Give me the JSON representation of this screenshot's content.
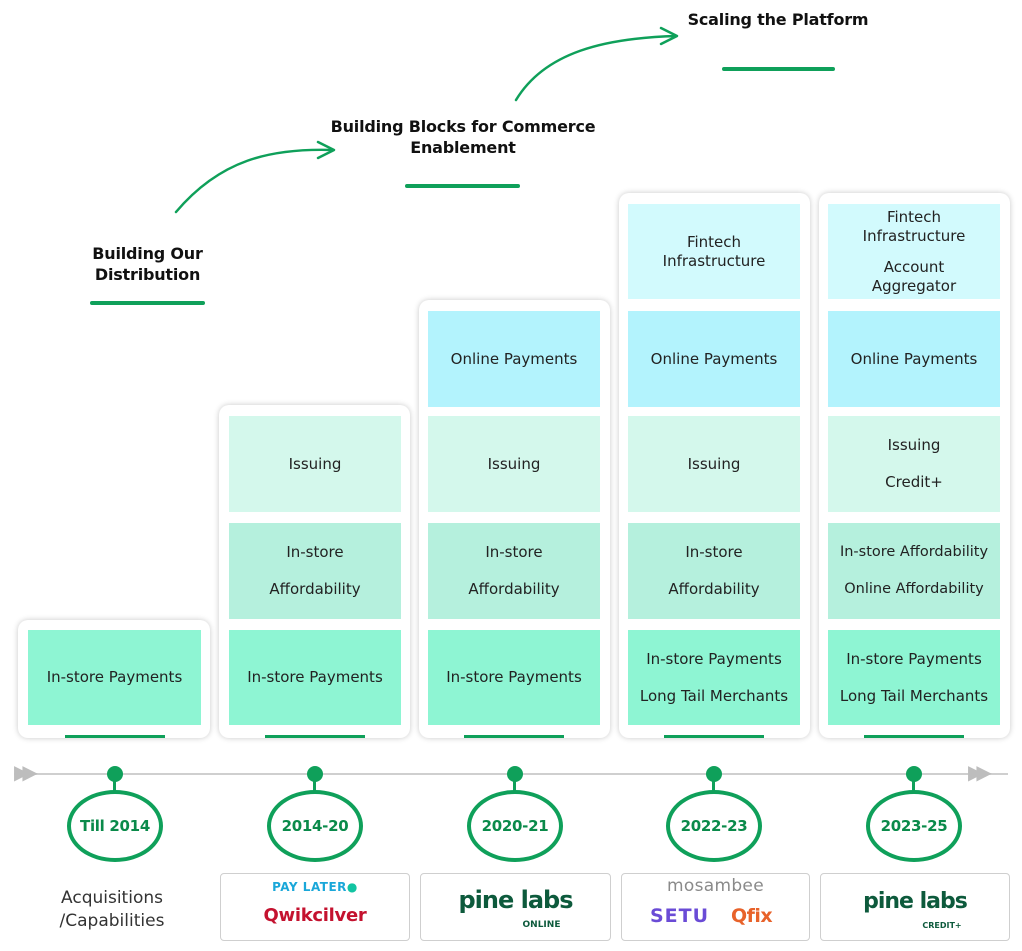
{
  "phases": [
    {
      "title": "Building Our Distribution"
    },
    {
      "title_line1": "Building Blocks for Commerce",
      "title_line2": "Enablement"
    },
    {
      "title": "Scaling the Platform"
    }
  ],
  "columns": [
    {
      "period": "Till 2014",
      "blocks": {
        "payments": [
          "In-store Payments"
        ]
      }
    },
    {
      "period": "2014-20",
      "blocks": {
        "payments": [
          "In-store Payments"
        ],
        "affordability": [
          "In-store",
          "Affordability"
        ],
        "issuing": [
          "Issuing"
        ]
      }
    },
    {
      "period": "2020-21",
      "blocks": {
        "payments": [
          "In-store Payments"
        ],
        "affordability": [
          "In-store",
          "Affordability"
        ],
        "issuing": [
          "Issuing"
        ],
        "online": [
          "Online Payments"
        ]
      }
    },
    {
      "period": "2022-23",
      "blocks": {
        "payments": [
          "In-store Payments",
          "Long Tail Merchants"
        ],
        "affordability": [
          "In-store",
          "Affordability"
        ],
        "issuing": [
          "Issuing"
        ],
        "online": [
          "Online Payments"
        ],
        "fintech": [
          "Fintech",
          "Infrastructure"
        ]
      }
    },
    {
      "period": "2023-25",
      "blocks": {
        "payments": [
          "In-store Payments",
          "Long Tail Merchants"
        ],
        "affordability": [
          "In-store Affordability",
          "Online Affordability"
        ],
        "issuing": [
          "Issuing",
          "Credit+"
        ],
        "online": [
          "Online Payments"
        ],
        "fintech": [
          "Fintech",
          "Infrastructure",
          "Account",
          "Aggregator"
        ]
      }
    }
  ],
  "acquisitions": {
    "label_line1": "Acquisitions",
    "label_line2": "/Capabilities"
  },
  "logos": {
    "paylater": "PAY LATER",
    "qwikcilver": "Qwikcilver",
    "pinelabs_online_main": "pine labs",
    "pinelabs_online_sub": "ONLINE",
    "mosambee": "mosambee",
    "setu": "SETU",
    "qfix": "Qfix",
    "pinelabs_credit_main": "pine labs",
    "pinelabs_credit_sub": "CREDIT+"
  },
  "colors": {
    "accent_green": "#0fa05a",
    "payments_block": "#8ef5d3",
    "affordability_block": "#b5f0dd",
    "issuing_block": "#d4f8ec",
    "online_block": "#b3f3fd",
    "fintech_block": "#d2fafd",
    "pinelabs_logo": "#0d5a3c",
    "qwikcilver_logo": "#c4122f",
    "setu_logo": "#6a4bd6",
    "qfix_logo": "#e8622a"
  }
}
